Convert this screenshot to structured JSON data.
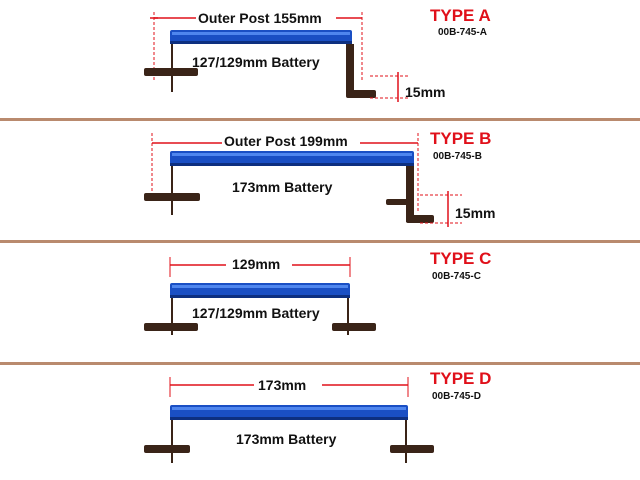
{
  "colors": {
    "type_label": "#e0101a",
    "dimension_line": "#e0101a",
    "bar": "#1a4fc4",
    "bar_highlight": "#4f86ee",
    "bar_shadow": "#0d2f80",
    "foot": "#3a2418",
    "divider": "#b98a6e",
    "text": "#111111"
  },
  "panels": [
    {
      "type_label": "TYPE A",
      "part_code": "00B-745-A",
      "top_dimension": "Outer Post 155mm",
      "battery_label": "127/129mm Battery",
      "height_dimension": "15mm",
      "style": "stepped-right"
    },
    {
      "type_label": "TYPE B",
      "part_code": "00B-745-B",
      "top_dimension": "Outer Post 199mm",
      "battery_label": "173mm Battery",
      "height_dimension": "15mm",
      "style": "stepped-right"
    },
    {
      "type_label": "TYPE C",
      "part_code": "00B-745-C",
      "top_dimension": "129mm",
      "battery_label": "127/129mm Battery",
      "style": "flat"
    },
    {
      "type_label": "TYPE D",
      "part_code": "00B-745-D",
      "top_dimension": "173mm",
      "battery_label": "173mm Battery",
      "style": "flat"
    }
  ]
}
